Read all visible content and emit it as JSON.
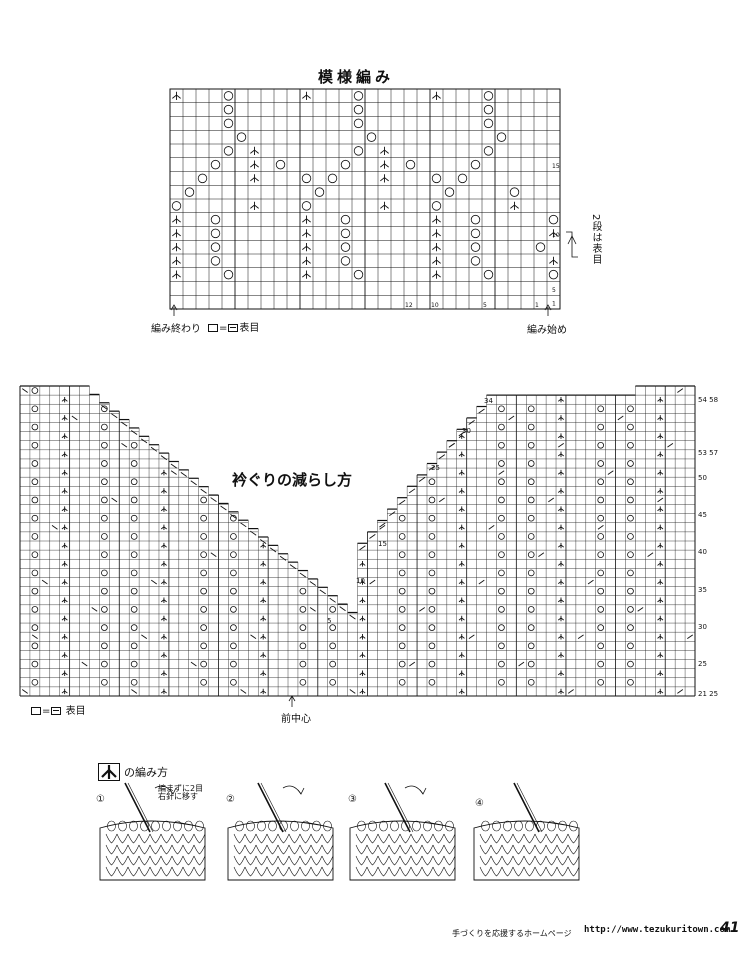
{
  "chart1": {
    "title": "模様編み",
    "end_label": "編み終わり",
    "start_label": "編み始め",
    "legend": "□=□表目",
    "side_note": "2段は表目",
    "row_numbers": [
      "15",
      "10",
      "5",
      "1"
    ],
    "col_numbers": [
      "12",
      "10",
      "5",
      "1"
    ],
    "cols": 30,
    "rows": 16
  },
  "chart2": {
    "title": "衿ぐりの減らし方",
    "legend": "□=□表目",
    "center_label": "前中心",
    "row_numbers_right": [
      "54 58",
      "53 57",
      "50",
      "45",
      "40",
      "35",
      "30",
      "25",
      "21 25"
    ],
    "step_numbers": [
      "34",
      "30",
      "25",
      "15",
      "10",
      "5"
    ]
  },
  "howto": {
    "title": "の編み方",
    "steps": [
      "①",
      "②",
      "③",
      "④"
    ],
    "step1_note": "編まずに2目右針に移す"
  },
  "footer": {
    "jp_text": "手づくりを応援するホームページ",
    "url": "http://www.tezukuritown.com",
    "page": "41"
  }
}
